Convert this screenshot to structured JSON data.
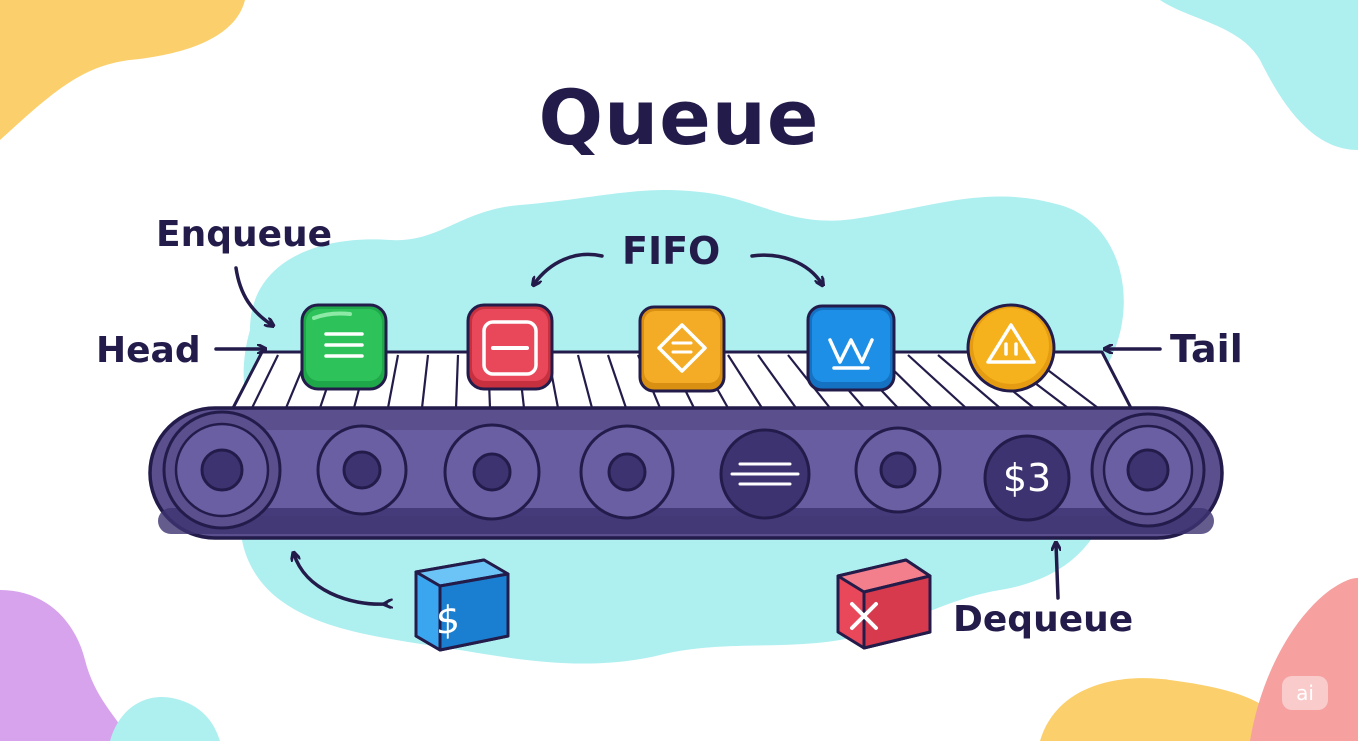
{
  "diagram": {
    "title": "Queue",
    "labels": {
      "enqueue": "Enqueue",
      "fifo": "FIFO",
      "head": "Head",
      "tail": "Tail",
      "dequeue": "Dequeue"
    },
    "roller_badge_text": "$3",
    "dequeued_box_symbol": "$",
    "watermark": "ai"
  },
  "colors": {
    "ink": "#231c4b",
    "belt": "#5b4f8e",
    "belt_dark": "#3d3370",
    "blob_cyan": "#aeeff0",
    "item_green": "#2ec25a",
    "item_red": "#e8485a",
    "item_orange": "#f4ac26",
    "item_blue": "#1e8fe6",
    "item_coin": "#f5b21c",
    "corner_yellow": "#fbcf6b",
    "corner_purple": "#d6a3ec",
    "corner_pink": "#f6a0a0"
  }
}
